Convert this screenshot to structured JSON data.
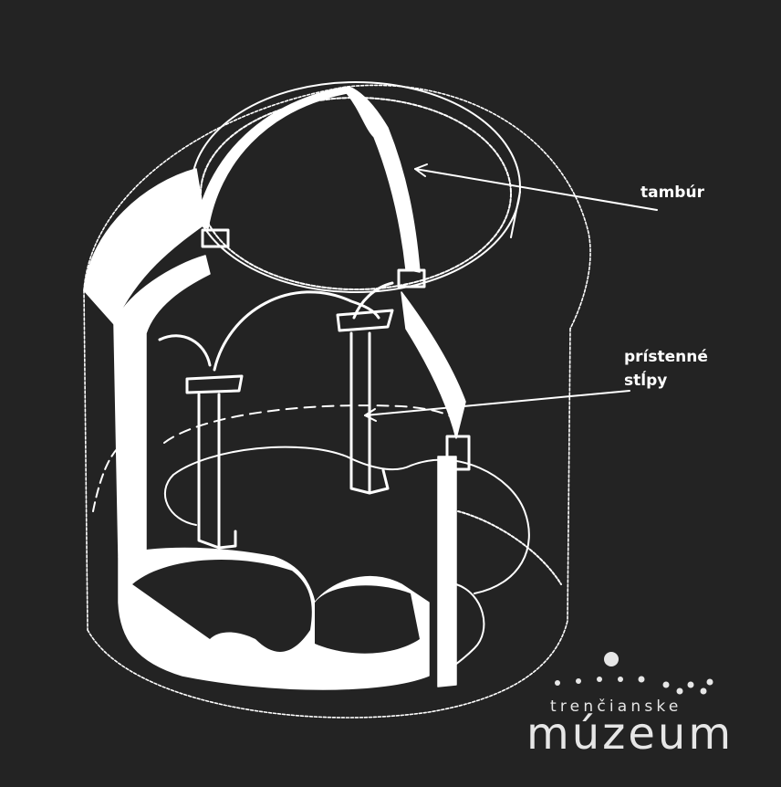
{
  "labels": {
    "tambur": "tambúr",
    "stlpy_line1": "prístenné",
    "stlpy_line2": "stĺpy"
  },
  "logo": {
    "top_text": "trenčianske",
    "main_text": "múzeum"
  },
  "colors": {
    "background": "#232323",
    "drawing": "#ffffff",
    "logo": "#e6e6e6"
  }
}
